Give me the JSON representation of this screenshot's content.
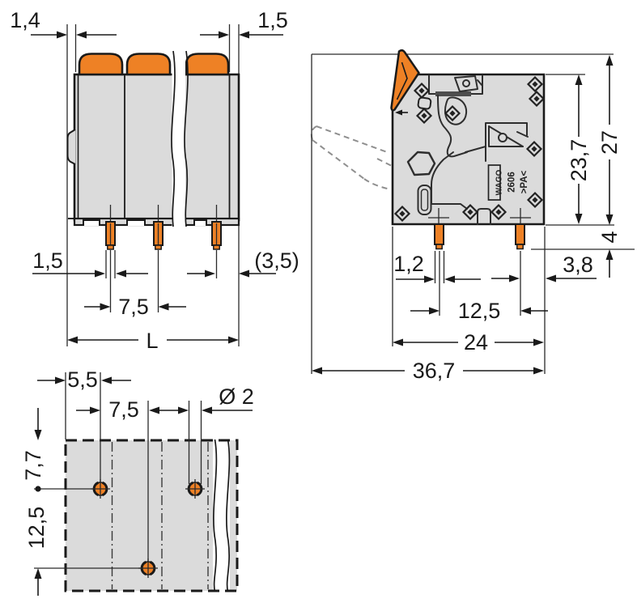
{
  "drawing": {
    "type": "dimensional-drawing",
    "product_marking": {
      "brand": "WAGO",
      "series": "2606",
      "material": ">PA<"
    },
    "colors": {
      "accent_orange": "#ee8125",
      "body_gray": "#dbdbdb",
      "line_black": "#1a1a1a",
      "tool_dash_gray": "#8f8f8f"
    }
  },
  "front_view": {
    "dim_left_wall": "1,4",
    "dim_right_wall": "1,5",
    "dim_pin_width": "1,5",
    "dim_pin_pitch": "7,5",
    "dim_end_offset": "(3,5)",
    "dim_total_length": "L"
  },
  "side_view": {
    "marking_brand": "WAGO",
    "marking_series": "2606",
    "marking_material": ">PA<",
    "dim_body_height": "23,7",
    "dim_total_height": "27",
    "dim_pin_length": "4",
    "dim_pin_width": "1,2",
    "dim_edge_offset": "3,8",
    "dim_pin_spacing": "12,5",
    "dim_body_depth": "24",
    "dim_total_depth": "36,7"
  },
  "plan_view": {
    "dim_edge_to_hole": "5,5",
    "dim_hole_pitch": "7,5",
    "dim_hole_diameter": "Ø 2",
    "dim_row_offset": "7,7",
    "dim_row_spacing": "12,5"
  }
}
